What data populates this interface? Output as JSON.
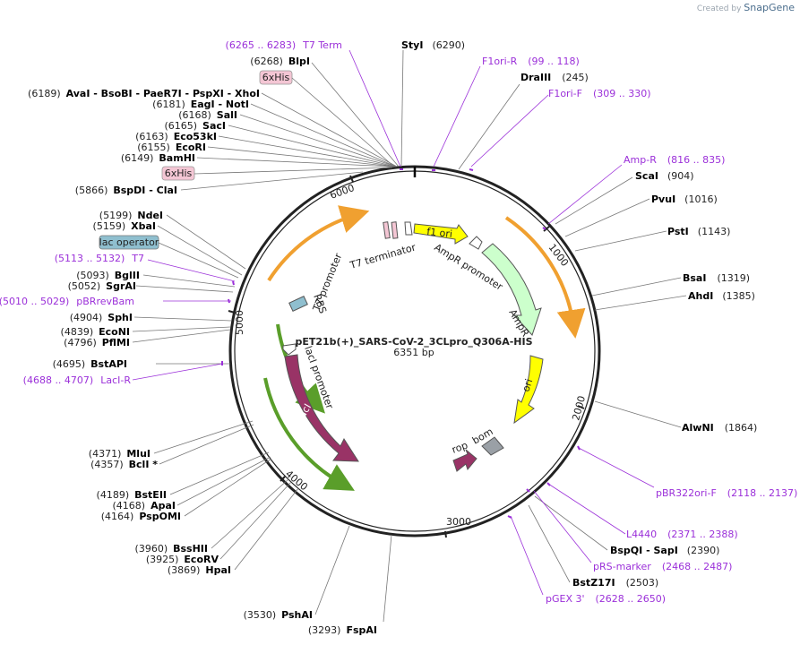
{
  "brand": {
    "created_by": "Created by",
    "logo": "SnapGene"
  },
  "plasmid": {
    "name": "pET21b(+)_SARS-CoV-2_3CLpro_Q306A-HIS",
    "length": "6351 bp"
  },
  "ticks": [
    "1000",
    "2000",
    "3000",
    "4000",
    "5000",
    "6000"
  ],
  "enzymes_left": [
    {
      "pos": "(6268)",
      "name": "BlpI"
    },
    {
      "pos": "(6189)",
      "name": "AvaI - BsoBI - PaeR7I - PspXI - XhoI"
    },
    {
      "pos": "(6181)",
      "name": "EagI - NotI"
    },
    {
      "pos": "(6168)",
      "name": "SalI"
    },
    {
      "pos": "(6165)",
      "name": "SacI"
    },
    {
      "pos": "(6163)",
      "name": "Eco53kI"
    },
    {
      "pos": "(6155)",
      "name": "EcoRI"
    },
    {
      "pos": "(6149)",
      "name": "BamHI"
    },
    {
      "pos": "(5866)",
      "name": "BspDI - ClaI"
    },
    {
      "pos": "(5199)",
      "name": "NdeI"
    },
    {
      "pos": "(5159)",
      "name": "XbaI"
    },
    {
      "pos": "(5093)",
      "name": "BglII"
    },
    {
      "pos": "(5052)",
      "name": "SgrAI"
    },
    {
      "pos": "(4904)",
      "name": "SphI"
    },
    {
      "pos": "(4839)",
      "name": "EcoNI"
    },
    {
      "pos": "(4796)",
      "name": "PflMI"
    },
    {
      "pos": "(4695)",
      "name": "BstAPI"
    },
    {
      "pos": "(4371)",
      "name": "MluI"
    },
    {
      "pos": "(4357)",
      "name": "BclI *"
    },
    {
      "pos": "(4189)",
      "name": "BstEII"
    },
    {
      "pos": "(4168)",
      "name": "ApaI"
    },
    {
      "pos": "(4164)",
      "name": "PspOMI"
    },
    {
      "pos": "(3960)",
      "name": "BssHII"
    },
    {
      "pos": "(3925)",
      "name": "EcoRV"
    },
    {
      "pos": "(3869)",
      "name": "HpaI"
    },
    {
      "pos": "(3530)",
      "name": "PshAI"
    },
    {
      "pos": "(3293)",
      "name": "FspAI"
    }
  ],
  "enzymes_right": [
    {
      "pos": "(6290)",
      "name": "StyI"
    },
    {
      "pos": "(245)",
      "name": "DraIII"
    },
    {
      "pos": "(904)",
      "name": "ScaI"
    },
    {
      "pos": "(1016)",
      "name": "PvuI"
    },
    {
      "pos": "(1143)",
      "name": "PstI"
    },
    {
      "pos": "(1319)",
      "name": "BsaI"
    },
    {
      "pos": "(1385)",
      "name": "AhdI"
    },
    {
      "pos": "(1864)",
      "name": "AlwNI"
    },
    {
      "pos": "(2390)",
      "name": "BspQI - SapI"
    },
    {
      "pos": "(2503)",
      "name": "BstZ17I"
    }
  ],
  "primers": [
    {
      "name": "T7 Term",
      "range": "(6265 .. 6283)"
    },
    {
      "name": "F1ori-R",
      "range": "(99 .. 118)"
    },
    {
      "name": "F1ori-F",
      "range": "(309 .. 330)"
    },
    {
      "name": "Amp-R",
      "range": "(816 .. 835)"
    },
    {
      "name": "T7",
      "range": "(5113 .. 5132)"
    },
    {
      "name": "pBRrevBam",
      "range": "(5010 .. 5029)"
    },
    {
      "name": "LacI-R",
      "range": "(4688 .. 4707)"
    },
    {
      "name": "pBR322ori-F",
      "range": "(2118 .. 2137)"
    },
    {
      "name": "L4440",
      "range": "(2371 .. 2388)"
    },
    {
      "name": "pRS-marker",
      "range": "(2468 .. 2487)"
    },
    {
      "name": "pGEX 3'",
      "range": "(2628 .. 2650)"
    }
  ],
  "tags": {
    "his1": "6xHis",
    "his2": "6xHis",
    "lac_operator": "lac operator"
  },
  "features": {
    "f1_ori": "f1 ori",
    "ampr_promoter": "AmpR promoter",
    "ampr": "AmpR",
    "ori": "ori",
    "rop": "rop",
    "bom": "bom",
    "laci": "lacI",
    "laci_promoter": "lacI promoter",
    "rbs": "RBS",
    "t7_promoter": "T7 promoter",
    "t7_terminator": "T7 terminator"
  },
  "colors": {
    "backbone": "#222222",
    "primer": "#9b30d9",
    "f1_ori": "#ffff00",
    "ampr": "#ccffcc",
    "ori": "#ffff00",
    "laci": "#993366",
    "tag_fill": "#f4c6d4",
    "lac_op_fill": "#8fbfcf",
    "orange_arc": "#f0a030",
    "green_arc": "#5a9e2a"
  }
}
